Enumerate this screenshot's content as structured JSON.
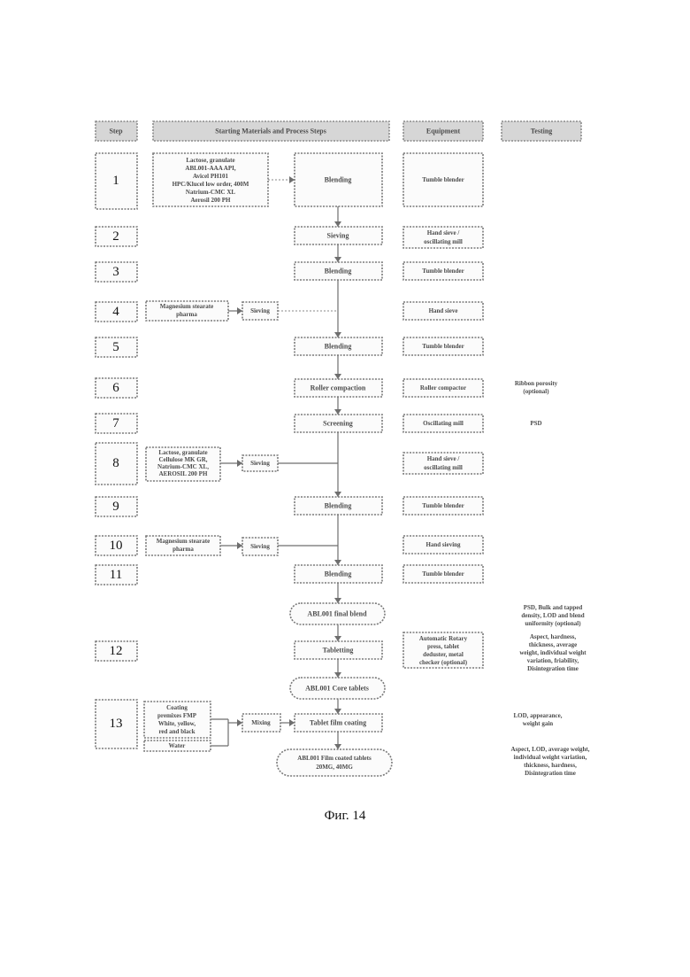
{
  "headers": {
    "step": "Step",
    "materials": "Starting Materials and Process Steps",
    "equipment": "Equipment",
    "testing": "Testing"
  },
  "steps": [
    "1",
    "2",
    "3",
    "4",
    "5",
    "6",
    "7",
    "8",
    "9",
    "10",
    "11",
    "12",
    "13"
  ],
  "materials": {
    "s1": [
      "Lactose, granulate",
      "ABL001-AAA API,",
      "Avicel PH101",
      "HPC/Klucel low order, 400M",
      "Natrium-CMC XL",
      "Aerosil 200 PH"
    ],
    "s4": [
      "Magnesium stearate",
      "pharma"
    ],
    "s8": [
      "Lactose, granulate",
      "Cellulose MK GR,",
      "Natrium-CMC XL,",
      "AEROSIL 200 PH"
    ],
    "s10": [
      "Magnesium stearate",
      "pharma"
    ],
    "s13a": [
      "Coating",
      "premixes FMP",
      "White, yellow,",
      "red and black"
    ],
    "s13b": "Water"
  },
  "process": {
    "p1": "Blending",
    "p2": "Sieving",
    "p3": "Blending",
    "p4_sieve": "Sieving",
    "p5": "Blending",
    "p6": "Roller compaction",
    "p7": "Screening",
    "p8_sieve": "Sieving",
    "p9": "Blending",
    "p10_sieve": "Sieving",
    "p11": "Blending",
    "final_blend": "ABL001 final blend",
    "p12": "Tabletting",
    "core_tablets": "ABL001 Core tablets",
    "p13_mix": "Mixing",
    "p13": "Tablet film coating",
    "film_tablets": [
      "ABL001 Film coated tablets",
      "20MG, 40MG"
    ]
  },
  "equipment": {
    "e1": "Tumble blender",
    "e2": [
      "Hand sieve /",
      "oscillating mill"
    ],
    "e3": "Tumble blender",
    "e4": "Hand sieve",
    "e5": "Tumble blender",
    "e6": "Roller compactor",
    "e7": "Oscillating mill",
    "e8": [
      "Hand sieve /",
      "oscillating mill"
    ],
    "e9": "Tumble blender",
    "e10": "Hand sieving",
    "e11": "Tumble blender",
    "e12": [
      "Automatic Rotary",
      "press, tablet",
      "deduster, metal",
      "checker (optional)"
    ]
  },
  "testing": {
    "t6": [
      "Ribbon porosity",
      "(optional)"
    ],
    "t7": "PSD",
    "t_final": [
      "PSD, Bulk and tapped",
      "density, LOD and blend",
      "uniformity (optional)"
    ],
    "t12": [
      "Aspect, hardness,",
      "thickness, average",
      "weight, individual weight",
      "variation, friability,",
      "Disintegration time"
    ],
    "t13": [
      "LOD, appearance,",
      "weight gain"
    ],
    "t_film": [
      "Aspect, LOD, average weight,",
      "individual weight variation,",
      "thickness, hardness,",
      "Disintegration time"
    ]
  },
  "caption": "Фиг. 14"
}
